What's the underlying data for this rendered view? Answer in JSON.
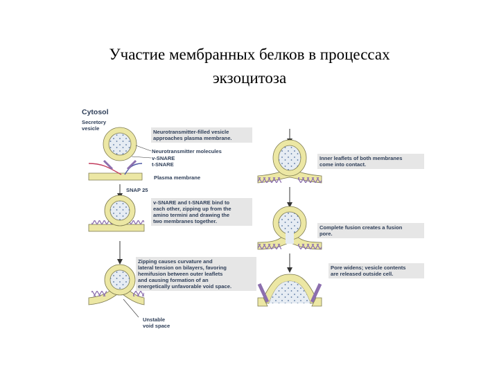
{
  "title": {
    "line1": "Участие мембранных белков в процессах",
    "line2": "экзоцитоза"
  },
  "figure": {
    "cytosol_label": "Cytosol",
    "secretory_vesicle_label": "Secretory\nvesicle",
    "step1_box": "Neurotransmitter-filled vesicle\napproaches plasma membrane.",
    "neurotransmitter_label": "Neurotransmitter molecules",
    "v_snare_label": "v-SNARE",
    "t_snare_label": "t-SNARE",
    "plasma_membrane_label": "Plasma membrane",
    "snap25_label": "SNAP 25",
    "step2_box": "v-SNARE and t-SNARE bind to\neach other, zipping up from the\namino termini and drawing the\ntwo membranes together.",
    "step3_box": "Zipping causes curvature and\nlateral tension on bilayers, favoring\nhemifusion between outer leaflets\nand causing formation of an\nenergetically unfavorable void space.",
    "unstable_void_label": "Unstable\nvoid space",
    "step4_box": "Inner leaflets of both membranes\ncome into contact.",
    "step5_box": "Complete fusion creates a fusion\npore.",
    "step6_box": "Pore widens; vesicle contents\nare released outside cell.",
    "colors": {
      "membrane": "#ece7a4",
      "membrane_edge": "#7d7a4f",
      "lumen": "#e6ecf3",
      "dots": "#4f6f9a",
      "v_snare": "#c23a5c",
      "t_snare": "#4b58a4",
      "helix": "#8c6fae",
      "arrow": "#333333",
      "box": "#e6e6e6",
      "text": "#2e3e58"
    }
  }
}
